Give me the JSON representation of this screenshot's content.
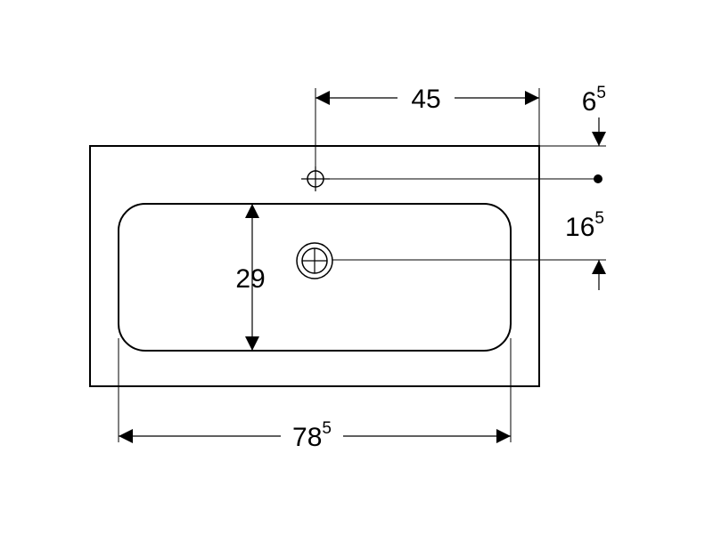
{
  "dimensions": {
    "tap_hole_offset": {
      "main": "45",
      "sup": ""
    },
    "rim_to_tap_hole": {
      "main": "6",
      "sup": "5"
    },
    "tap_hole_to_drain": {
      "main": "16",
      "sup": "5"
    },
    "bowl_depth": {
      "main": "29",
      "sup": ""
    },
    "bowl_width": {
      "main": "78",
      "sup": "5"
    }
  },
  "colors": {
    "line": "#000000",
    "background": "#ffffff"
  }
}
